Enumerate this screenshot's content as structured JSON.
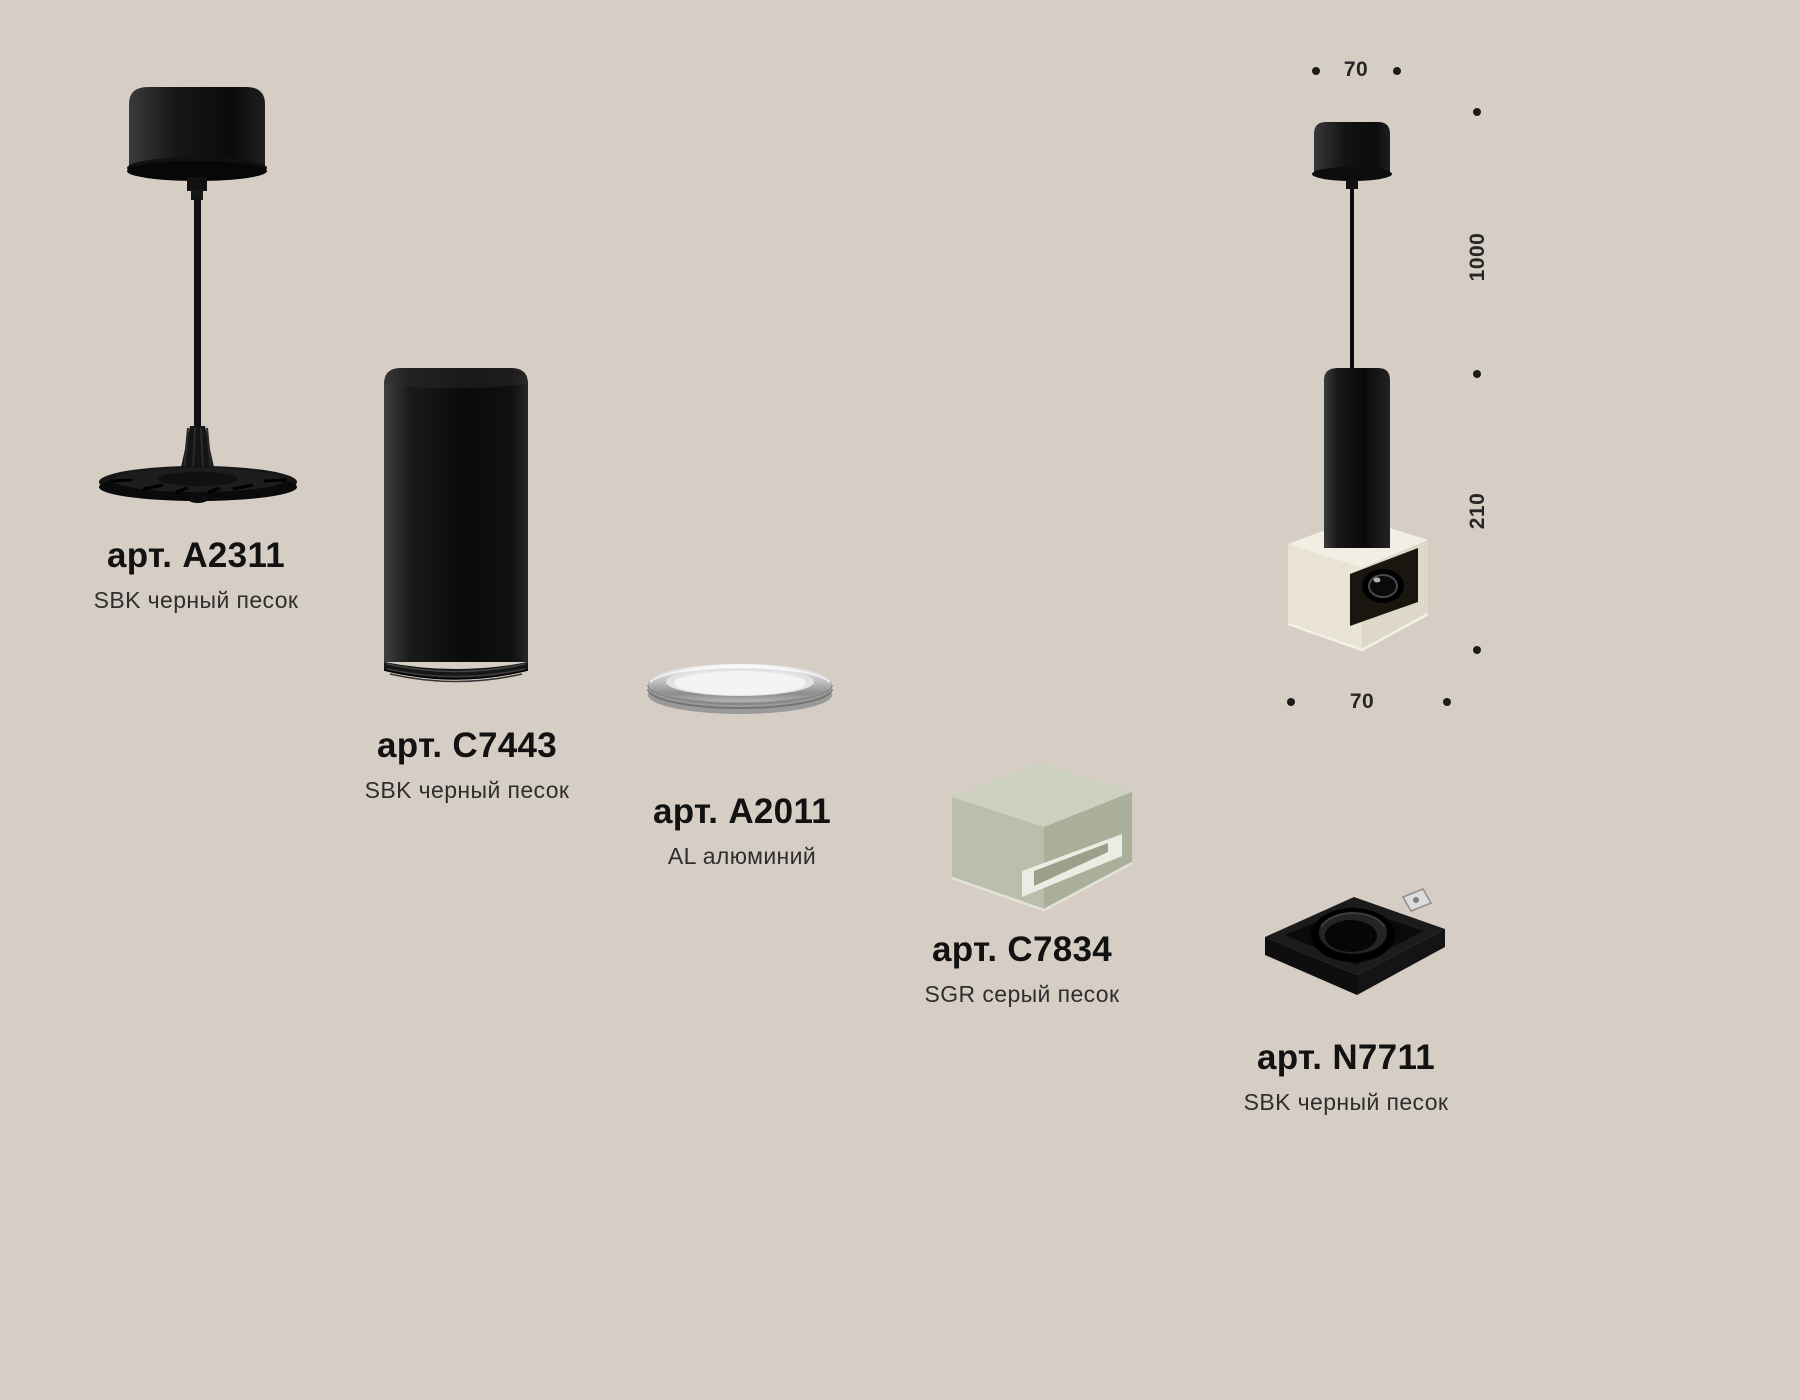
{
  "page": {
    "background_color": "#d6cec4",
    "type": "lighting-components-catalog-sheet"
  },
  "products": [
    {
      "art": "арт. A2311",
      "finish": "SBK черный песок",
      "part": "suspension-kit"
    },
    {
      "art": "арт. C7443",
      "finish": "SBK черный песок",
      "part": "cylinder-body"
    },
    {
      "art": "арт. A2011",
      "finish": "AL алюминий",
      "part": "reflector-ring"
    },
    {
      "art": "арт. C7834",
      "finish": "SGR серый песок",
      "part": "square-housing"
    },
    {
      "art": "арт. N7711",
      "finish": "SBK черный песок",
      "part": "gimbal-insert"
    }
  ],
  "dimensions": {
    "top_width": "70",
    "suspension_length": "1000",
    "fixture_height": "210",
    "bottom_width": "70"
  },
  "colors": {
    "black_sand": "#141414",
    "grey_sand": "#b0b69f",
    "aluminium": "#c6c6c6",
    "cream_body": "#ece7da",
    "text": "#121212",
    "subtext": "#2e2e2e"
  }
}
